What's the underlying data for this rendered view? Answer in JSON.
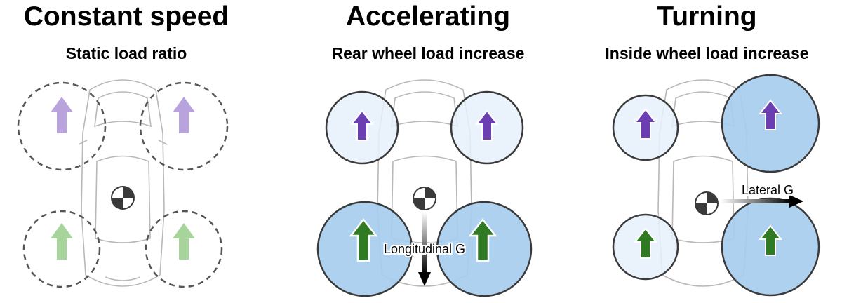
{
  "panels": [
    {
      "title": "Constant speed",
      "subtitle": "Static load ratio"
    },
    {
      "title": "Accelerating",
      "subtitle": "Rear wheel load increase",
      "force_label": "Longitudinal G"
    },
    {
      "title": "Turning",
      "subtitle": "Inside wheel load increase",
      "force_label": "Lateral G"
    }
  ],
  "colors": {
    "front_arrow": "#6b3fb1",
    "front_arrow_faded": "#b9a3dc",
    "rear_arrow": "#2f7a22",
    "rear_arrow_faded": "#a6d49a",
    "light_load_fill": "#e6f0fb",
    "heavy_load_fill": "#a7cdee",
    "circle_stroke": "#3a3a3a"
  }
}
